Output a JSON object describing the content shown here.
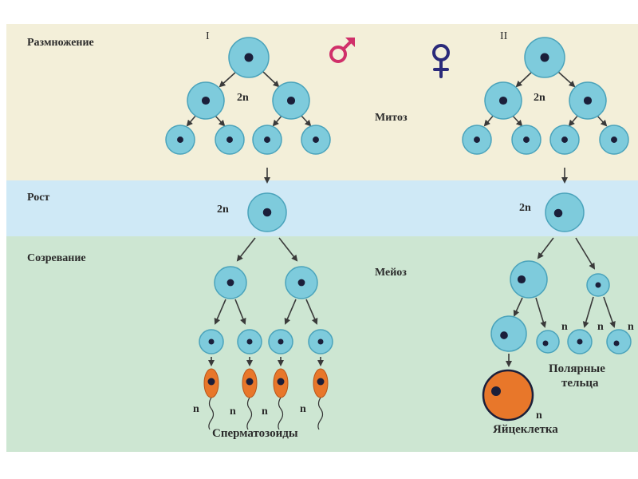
{
  "colors": {
    "stage_reproduction": "#f3efd9",
    "stage_growth": "#cfe9f6",
    "stage_maturation": "#cde6d2",
    "cell_fill": "#7ecbdc",
    "cell_stroke": "#4aa3bb",
    "nucleus": "#1b1f3a",
    "arrow": "#3a3a3a",
    "male_symbol": "#d0306a",
    "female_symbol": "#2a2a7a",
    "sperm_fill": "#e8772a",
    "egg_fill": "#e8772a",
    "egg_stroke": "#1b1f3a"
  },
  "stages": {
    "reproduction": "Размножение",
    "growth": "Рост",
    "maturation": "Созревание"
  },
  "processes": {
    "mitosis": "Митоз",
    "meiosis": "Мейоз"
  },
  "columns": {
    "male_numeral": "I",
    "female_numeral": "II",
    "male_icon": "male-symbol-icon",
    "female_icon": "female-symbol-icon"
  },
  "ploidy": {
    "diploid": "2n",
    "haploid": "n"
  },
  "results": {
    "sperm": "Сперматозоиды",
    "egg": "Яйцеклетка",
    "polar_line1": "Полярные",
    "polar_line2": "тельца"
  }
}
